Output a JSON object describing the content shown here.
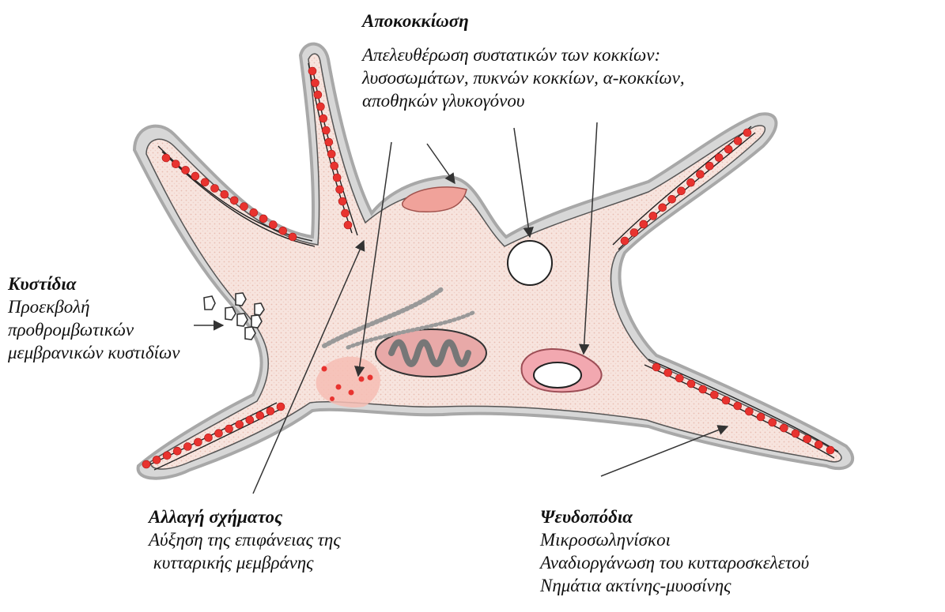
{
  "labels": {
    "degranulation": {
      "title": "Αποκοκκίωση",
      "lines": [
        "Απελευθέρωση συστατικών των κοκκίων:",
        "λυσοσωμάτων, πυκνών κοκκίων, α-κοκκίων,",
        "αποθηκών γλυκογόνου"
      ]
    },
    "vesicles": {
      "title": "Κυστίδια",
      "lines": [
        "Προεκβολή",
        "προθρομβωτικών",
        "μεμβρανικών κυστιδίων"
      ]
    },
    "shape_change": {
      "title": "Αλλαγή σχήματος",
      "lines": [
        "Αύξηση της επιφάνειας της",
        " κυτταρικής μεμβράνης"
      ]
    },
    "pseudopodia": {
      "title": "Ψευδοπόδια",
      "lines": [
        "Μικροσωληνίσκοι",
        "Αναδιοργάνωση του κυτταροσκελετού",
        "Νημάτια ακτίνης-μυοσίνης"
      ]
    }
  },
  "colors": {
    "cytoplasm": "#f6ddd6",
    "membrane_outer": "#b8b8b8",
    "granule_red": "#e8332f",
    "granule_pink": "#f0a8a2",
    "mito": "#e8a9a8",
    "mito_inner": "#9a9a9a"
  }
}
